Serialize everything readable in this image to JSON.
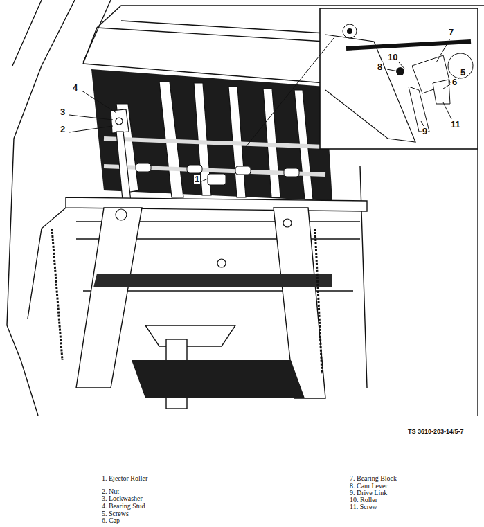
{
  "diagram": {
    "labels": [
      "4",
      "3",
      "2",
      "1",
      "7",
      "10",
      "8",
      "5",
      "6",
      "9",
      "11",
      "TS 3610-203-14/5-7",
      "1. Ejector Roller",
      "2. Nut",
      "3. Lockwasher",
      "4. Bearing Stud",
      "5. Screws",
      "6. Cap",
      "7. Bearing Block",
      "8. Cam Lever",
      "9. Drive Link",
      "10. Roller",
      "11. Screw"
    ]
  }
}
